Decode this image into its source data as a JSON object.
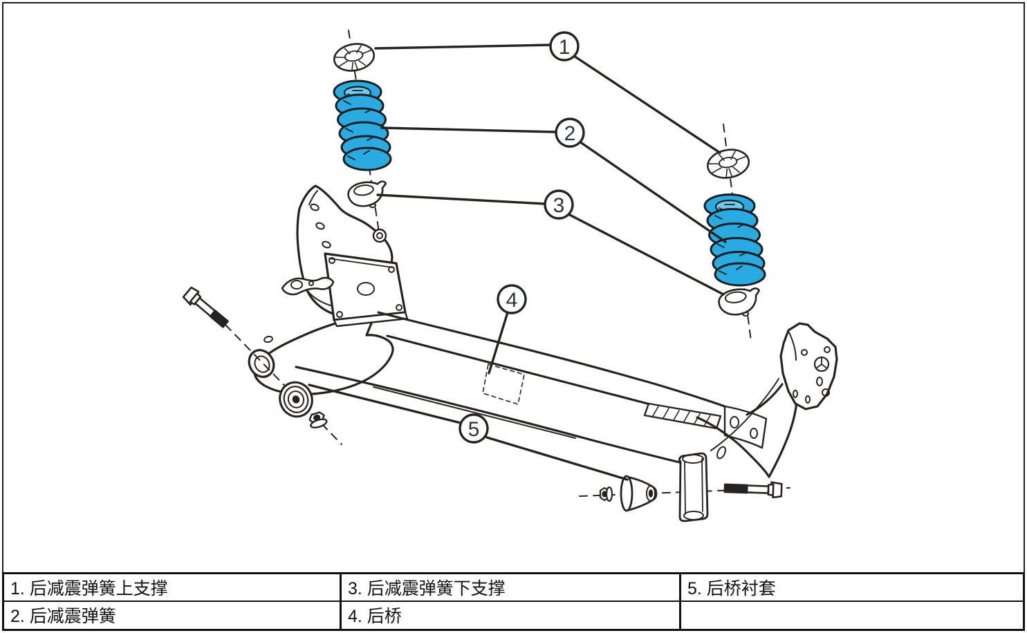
{
  "legend": {
    "rows": [
      {
        "cells": [
          "1. 后减震弹簧上支撑",
          "3. 后减震弹簧下支撑",
          "5. 后桥衬套"
        ]
      },
      {
        "cells": [
          "2. 后减震弹簧",
          "4. 后桥",
          ""
        ]
      }
    ]
  },
  "callouts": [
    "1",
    "2",
    "3",
    "4",
    "5"
  ],
  "colors": {
    "spring_blue": "#29ABE2",
    "spring_blue_light": "#6fcaf0",
    "line": "#262220",
    "callout_number": "#2d3138"
  }
}
